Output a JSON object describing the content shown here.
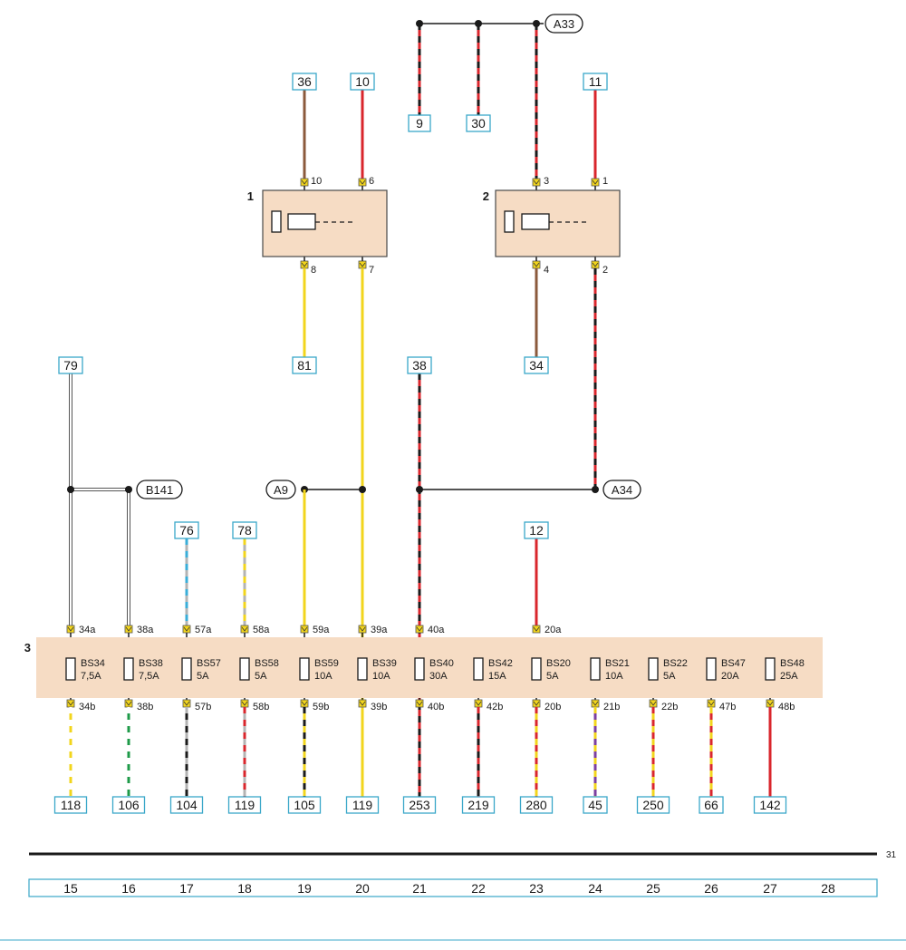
{
  "colors": {
    "box_fill": "#f6dcc4",
    "box_stroke": "#4a4a4a",
    "ref_stroke": "#3aa7c9",
    "brown": "#8b5a3c",
    "red": "#d9262c",
    "yellow": "#f2d51c",
    "black": "#1a1a1a",
    "gray": "#b3b3b3",
    "blue": "#3aaed8",
    "green": "#1e9a48",
    "violet": "#7b3fa0"
  },
  "relays": [
    {
      "number": "1",
      "in_pins": [
        "10",
        "6"
      ],
      "out_pins": [
        "8",
        "7"
      ]
    },
    {
      "number": "2",
      "in_pins": [
        "3",
        "1"
      ],
      "out_pins": [
        "4",
        "2"
      ]
    }
  ],
  "fuse_block_number": "3",
  "fuses": [
    {
      "name": "BS34",
      "rating": "7,5A",
      "pin_top": "34a",
      "pin_bottom": "34b"
    },
    {
      "name": "BS38",
      "rating": "7,5A",
      "pin_top": "38a",
      "pin_bottom": "38b"
    },
    {
      "name": "BS57",
      "rating": "5A",
      "pin_top": "57a",
      "pin_bottom": "57b"
    },
    {
      "name": "BS58",
      "rating": "5A",
      "pin_top": "58a",
      "pin_bottom": "58b"
    },
    {
      "name": "BS59",
      "rating": "10A",
      "pin_top": "59a",
      "pin_bottom": "59b"
    },
    {
      "name": "BS39",
      "rating": "10A",
      "pin_top": "39a",
      "pin_bottom": "39b"
    },
    {
      "name": "BS40",
      "rating": "30A",
      "pin_top": "40a",
      "pin_bottom": "40b"
    },
    {
      "name": "BS42",
      "rating": "15A",
      "pin_top": "",
      "pin_bottom": "42b"
    },
    {
      "name": "BS20",
      "rating": "5A",
      "pin_top": "20a",
      "pin_bottom": "20b"
    },
    {
      "name": "BS21",
      "rating": "10A",
      "pin_top": "",
      "pin_bottom": "21b"
    },
    {
      "name": "BS22",
      "rating": "5A",
      "pin_top": "",
      "pin_bottom": "22b"
    },
    {
      "name": "BS47",
      "rating": "20A",
      "pin_top": "",
      "pin_bottom": "47b"
    },
    {
      "name": "BS48",
      "rating": "25A",
      "pin_top": "",
      "pin_bottom": "48b"
    }
  ],
  "top_refs": [
    "36",
    "10",
    "9",
    "30",
    "11",
    "79",
    "81",
    "38",
    "34",
    "76",
    "78",
    "12"
  ],
  "bottom_refs": [
    "118",
    "106",
    "104",
    "119",
    "105",
    "119",
    "253",
    "219",
    "280",
    "45",
    "250",
    "66",
    "142"
  ],
  "connectors": [
    "A33",
    "B141",
    "A9",
    "A34"
  ],
  "columns": [
    "15",
    "16",
    "17",
    "18",
    "19",
    "20",
    "21",
    "22",
    "23",
    "24",
    "25",
    "26",
    "27",
    "28"
  ],
  "page_number": "31"
}
